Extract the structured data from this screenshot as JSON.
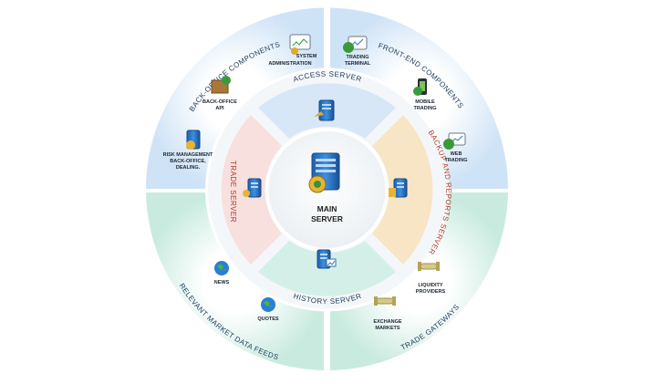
{
  "colors": {
    "outer_blue": "#e6f1fb",
    "outer_green": "#e4f5ef",
    "access_blue": "#dbe9f7",
    "trade_red": "#f8e2df",
    "backup_orange": "#f8e6c8",
    "history_green": "#d6f0ea",
    "white_band": "#f3f6f8",
    "ring_label_red": "#b43a2a",
    "ring_label_dark": "#1d3a5a",
    "server_blue": "#2d77c9"
  },
  "center": {
    "label_line1": "MAIN",
    "label_line2": "SERVER",
    "icon": "main-server-icon"
  },
  "middle_ring": {
    "access": "ACCESS SERVER",
    "trade": "TRADE SERVER",
    "backup": "BACKUP AND REPORTS SERVER",
    "history": "HISTORY SERVER"
  },
  "outer_sections": {
    "back_office": "BACK-OFFICE COMPONENTS",
    "front_end": "FRONT-END COMPONENTS",
    "market_feeds": "RELEVANT MARKET DATA FEEDS",
    "gateways": "TRADE GATEWAYS"
  },
  "components": {
    "system_admin": [
      "SYSTEM",
      "ADMINISTRATION"
    ],
    "back_office_api": [
      "BACK-OFFICE",
      "API"
    ],
    "risk_management": [
      "RISK MANAGEMENT",
      "BACK-OFFICE,",
      "DEALING."
    ],
    "trading_terminal": [
      "TRADING",
      "TERMINAL"
    ],
    "mobile_trading": [
      "MOBILE",
      "TRADING"
    ],
    "web_trading": [
      "WEB",
      "TRADING"
    ],
    "news": [
      "NEWS"
    ],
    "quotes": [
      "QUOTES"
    ],
    "liquidity": [
      "LIQUIDITY",
      "PROVIDERS"
    ],
    "exchange": [
      "EXCHANGE",
      "MARKETS"
    ]
  }
}
